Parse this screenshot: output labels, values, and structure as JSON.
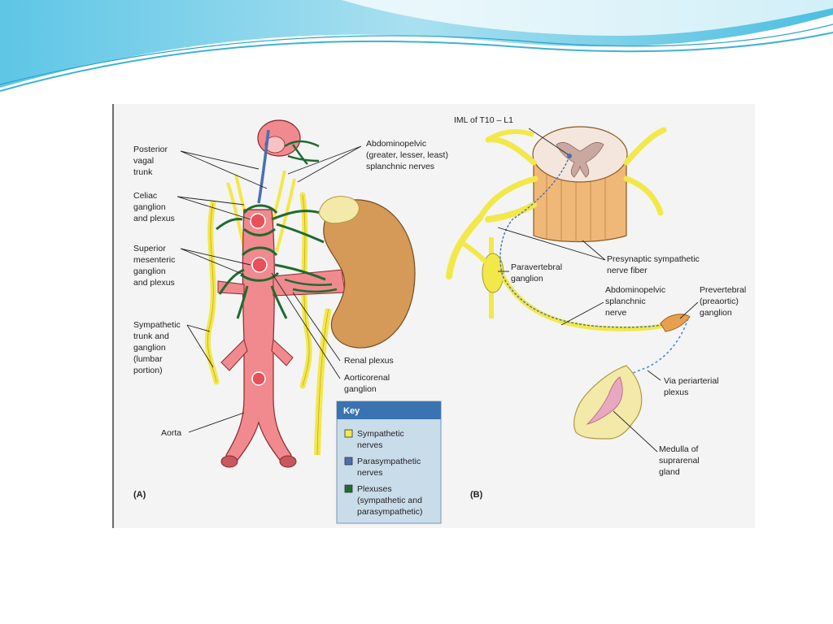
{
  "colors": {
    "sympathetic": "#f2e84a",
    "parasympathetic": "#4a6fb0",
    "plexus": "#1f6b2f",
    "aorta": "#f08a8f",
    "kidney": "#d59a58",
    "key_header": "#3a74b0",
    "key_body": "#c9dcea",
    "banner": "#4cbfe0"
  },
  "panel_a": {
    "letter": "(A)",
    "labels": {
      "posterior_vagal": [
        "Posterior",
        "vagal",
        "trunk"
      ],
      "celiac": [
        "Celiac",
        "ganglion",
        "and plexus"
      ],
      "superior_mesenteric": [
        "Superior",
        "mesenteric",
        "ganglion",
        "and plexus"
      ],
      "sympathetic_trunk": [
        "Sympathetic",
        "trunk and",
        "ganglion",
        "(lumbar",
        "portion)"
      ],
      "aorta": "Aorta",
      "abdominopelvic": [
        "Abdominopelvic",
        "(greater, lesser, least)",
        "splanchnic nerves"
      ],
      "renal_plexus": "Renal plexus",
      "aorticorenal": [
        "Aorticorenal",
        "ganglion"
      ]
    }
  },
  "panel_b": {
    "letter": "(B)",
    "labels": {
      "iml": "IML of T10 – L1",
      "presynaptic": [
        "Presynaptic sympathetic",
        "nerve fiber"
      ],
      "paravertebral": [
        "Paravertebral",
        "ganglion"
      ],
      "abdominopelvic": [
        "Abdominopelvic",
        "splanchnic",
        "nerve"
      ],
      "prevertebral": [
        "Prevertebral",
        "(preaortic)",
        "ganglion"
      ],
      "periarterial": [
        "Via periarterial",
        "plexus"
      ],
      "medulla": [
        "Medulla of",
        "suprarenal",
        "gland"
      ]
    }
  },
  "key": {
    "title": "Key",
    "items": [
      {
        "lines": [
          "Sympathetic",
          "nerves"
        ]
      },
      {
        "lines": [
          "Parasympathetic",
          "nerves"
        ]
      },
      {
        "lines": [
          "Plexuses",
          "(sympathetic and",
          "parasympathetic)"
        ]
      }
    ]
  }
}
